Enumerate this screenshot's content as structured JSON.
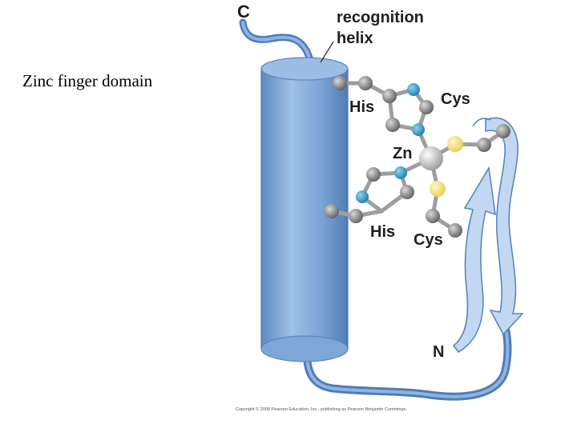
{
  "slide": {
    "title": "Zinc finger domain"
  },
  "figure": {
    "labels": {
      "c_terminus": "C",
      "n_terminus": "N",
      "recognition_line1": "recognition",
      "recognition_line2": "helix",
      "his_top": "His",
      "his_bottom": "His",
      "cys_top": "Cys",
      "cys_bottom": "Cys",
      "zinc": "Zn"
    },
    "copyright": "Copyright © 2008 Pearson Education, Inc., publishing as Pearson Benjamin Cummings."
  },
  "colors": {
    "helix": "#7ea6d6",
    "helix_dark": "#5a86bd",
    "strand": "#b9d0ee",
    "carbon": "#8a8a8a",
    "nitrogen": "#2a8fbf",
    "sulfur": "#f3dd7a",
    "zinc": "#c8c8c8"
  }
}
